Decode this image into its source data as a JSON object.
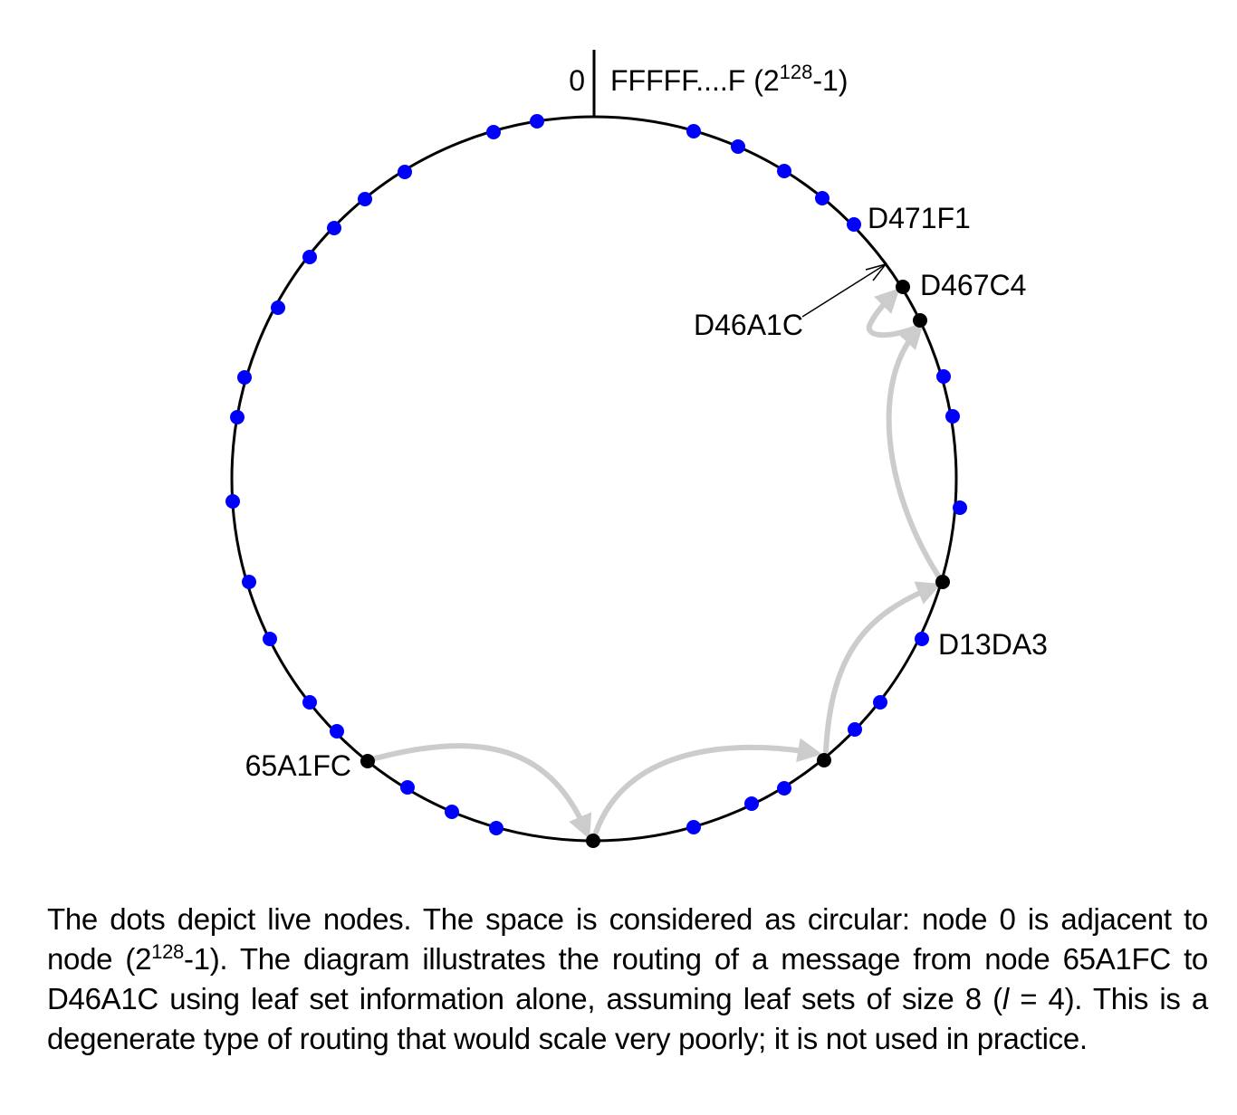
{
  "ring": {
    "zero_label": "0",
    "max_label_prefix": "FFFFF....F (2",
    "max_label_exponent": "128",
    "max_label_suffix": "-1)"
  },
  "node_labels": {
    "d471f1": "D471F1",
    "d467c4": "D467C4",
    "d46a1c": "D46A1C",
    "d13da3": "D13DA3",
    "65a1fc": "65A1FC"
  },
  "caption": {
    "part1": "The dots depict live nodes. The space is considered as circular: node 0 is adjacent to node (2",
    "exponent": "128",
    "part2": "-1). The diagram illustrates the routing of a message from node 65A1FC to D46A1C using leaf set information alone, assuming leaf sets of size 8 (",
    "l_symbol": "l",
    "part3": " = 4). This is a degenerate type of routing that would scale very poorly; it is not used in practice."
  },
  "colors": {
    "live_node": "#0000ff",
    "route_node": "#000000",
    "route_arrow": "#cccccc",
    "ring": "#000000"
  }
}
